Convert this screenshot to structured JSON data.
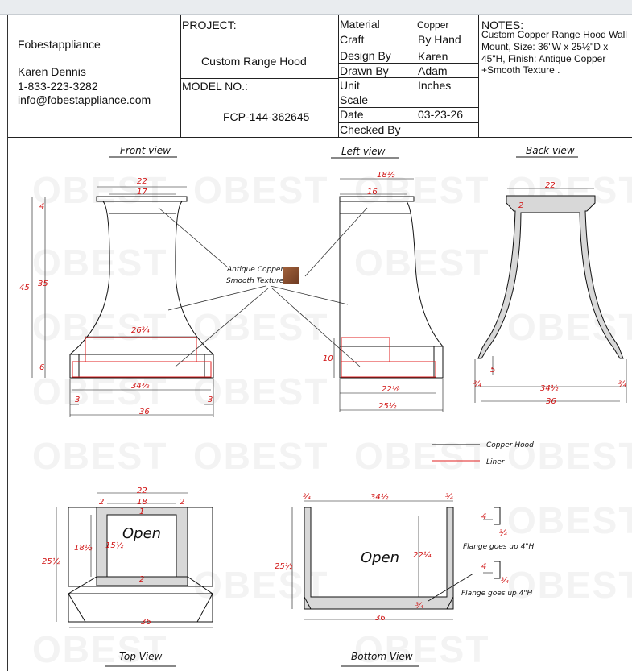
{
  "company": {
    "name": "Fobestappliance",
    "contact": "Karen Dennis",
    "phone": "1-833-223-3282",
    "email": "info@fobestappliance.com"
  },
  "project": {
    "label": "PROJECT:",
    "name": "Custom Range Hood",
    "model_label": "MODEL NO.:",
    "model": "FCP-144-362645"
  },
  "specs": [
    {
      "key": "Material",
      "value": "Copper"
    },
    {
      "key": "Craft",
      "value": "By Hand"
    },
    {
      "key": "Design By",
      "value": "Karen"
    },
    {
      "key": "Drawn By",
      "value": "Adam"
    },
    {
      "key": "Unit",
      "value": "Inches"
    },
    {
      "key": "Scale",
      "value": ""
    },
    {
      "key": "Date",
      "value": "03-23-26"
    },
    {
      "key": "Checked By",
      "value": ""
    }
  ],
  "notes": {
    "label": "NOTES:",
    "line1": "Custom Copper Range Hood Wall",
    "line2": "Mount, Size: 36\"W x 25½\"D x",
    "line3": "45\"H, Finish: Antique Copper",
    "line4": "+Smooth Texture ."
  },
  "views": {
    "front": "Front view",
    "left": "Left view",
    "back": "Back view",
    "top": "Top View",
    "bottom": "Bottom View"
  },
  "finish_label": {
    "line1": "Antique Copper",
    "line2": "Smooth Texture"
  },
  "legend": {
    "hood": "Copper Hood",
    "liner": "Liner",
    "hood_color": "#111111",
    "liner_color": "#e02020"
  },
  "labels": {
    "open": "Open",
    "flange": "Flange goes up 4\"H"
  },
  "dims": {
    "front_top_outer": "22",
    "front_top_inner": "17",
    "front_h_top": "4",
    "front_h_total": "45",
    "front_h_mid": "35",
    "front_h_bottom": "6",
    "front_liner_w": "26¾",
    "front_liner_bottom": "34⅜",
    "front_side_l": "3",
    "front_side_r": "3",
    "front_total_w": "36",
    "left_top_outer": "18½",
    "left_top_inner": "16",
    "left_liner_h": "10",
    "left_bottom_inner": "22⅛",
    "left_bottom_outer": "25½",
    "back_top": "22",
    "back_top_small": "2",
    "back_side": "5",
    "back_edge_l": "¾",
    "back_edge_r": "¾",
    "back_inner": "34½",
    "back_total": "36",
    "top_outer": "22",
    "top_inner": "18",
    "top_side_l": "2",
    "top_side_r": "2",
    "top_small_top": "1",
    "top_depth_outer": "18½",
    "top_depth_inner": "15½",
    "top_depth_total": "25½",
    "top_small_bottom": "2",
    "top_total": "36",
    "bot_edge_l": "¾",
    "bot_inner": "34½",
    "bot_edge_r": "¾",
    "bot_depth": "25½",
    "bot_inner_depth": "22¼",
    "bot_edge_bottom": "¾",
    "bot_total": "36",
    "flange_1": "4",
    "flange_2": "¾",
    "flange_3": "4",
    "flange_4": "¾"
  },
  "watermark": "OBEST"
}
